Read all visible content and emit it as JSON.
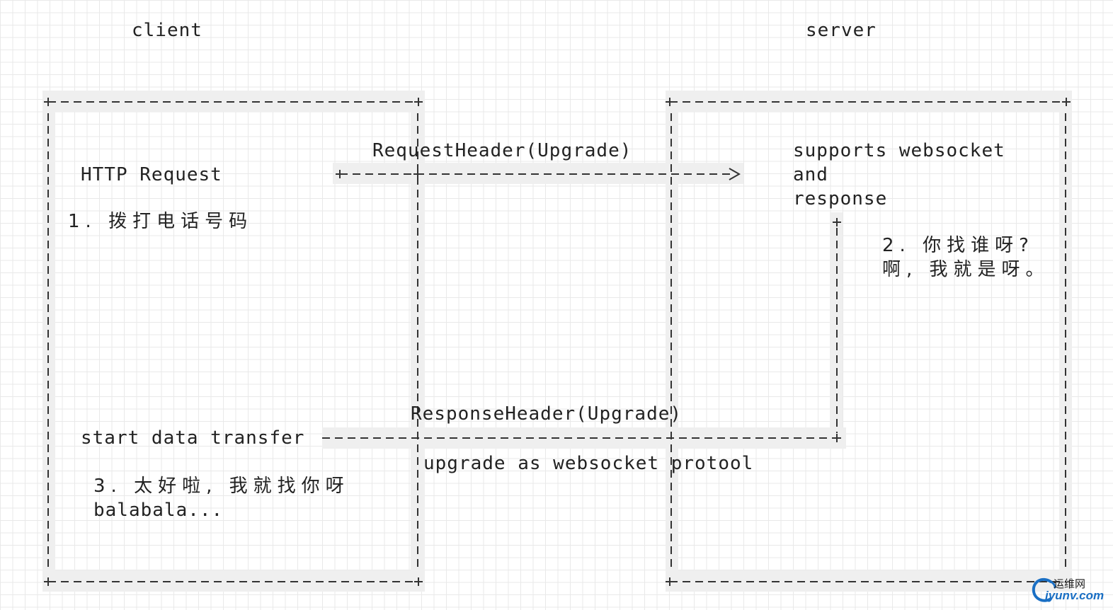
{
  "labels": {
    "client": "client",
    "server": "server",
    "request_header": "RequestHeader(Upgrade)",
    "http_request": "HTTP Request",
    "step1": "1. 拨打电话号码",
    "supports_line1": "supports websocket",
    "supports_line2": "and",
    "supports_line3": "response",
    "step2_line1": "2. 你找谁呀?",
    "step2_line2": "啊, 我就是呀。",
    "response_header": "ResponseHeader(Upgrade)",
    "start_transfer": "start data transfer",
    "upgrade_note": "upgrade as websocket protool",
    "step3_line1": "3. 太好啦, 我就找你呀",
    "step3_line2": "balabala..."
  },
  "watermark": {
    "top": "运维网",
    "bottom": "iyunv.com"
  },
  "colors": {
    "ink": "#222222",
    "grid": "#e9e9e9",
    "box_fill": "#f0f0f0",
    "watermark_blue": "#1a6fc4"
  }
}
